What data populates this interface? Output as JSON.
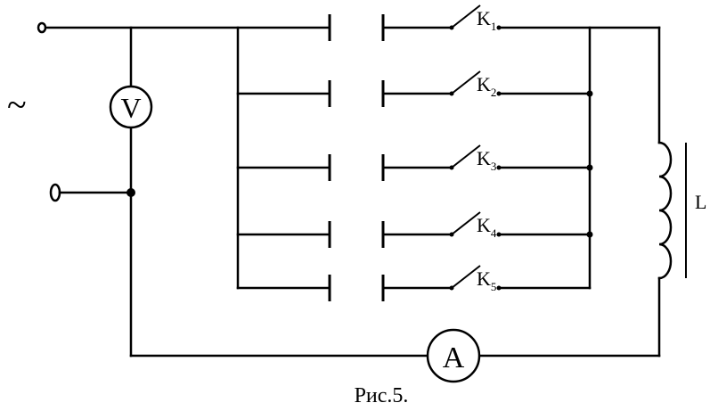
{
  "figure": {
    "caption": "Рис.5.",
    "source_symbol": "~",
    "voltmeter_label": "V",
    "ammeter_label": "A",
    "inductor_label": "L",
    "switches": [
      {
        "letter": "K",
        "index": "1"
      },
      {
        "letter": "K",
        "index": "2"
      },
      {
        "letter": "K",
        "index": "3"
      },
      {
        "letter": "K",
        "index": "4"
      },
      {
        "letter": "K",
        "index": "5"
      }
    ]
  }
}
